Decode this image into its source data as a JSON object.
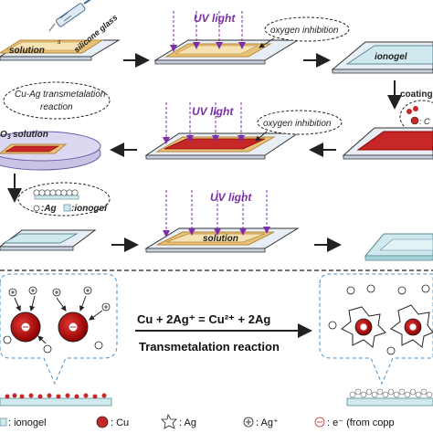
{
  "labels": {
    "solution_superscript": "s",
    "silicone_glass": "silicone glass",
    "uv_light": "UV light",
    "oxygen_inhibition": "oxygen inhibition",
    "ionogel": "ionogel",
    "coating": "coating",
    "cu_partial": ": C",
    "cu_ag_transmetalation_line1": "Cu-Ag transmetalation",
    "cu_ag_transmetalation_line2": "reaction",
    "solution_partial": "O",
    "solution_partial_sub": "3",
    "solution_word": "solution",
    "legend_ag": ":Ag",
    "legend_ionogel": ":ionogel",
    "solution_lower": "solution",
    "equation": "Cu + 2Ag⁺ = Cu²⁺ + 2Ag",
    "transmetalation_reaction": "Transmetalation reaction",
    "legend_bottom": {
      "ionogel": ": ionogel",
      "cu": ": Cu",
      "ag": ": Ag",
      "ag_plus": ": Ag⁺",
      "electron": ": e⁻ (from copp"
    }
  },
  "colors": {
    "red": "#c62828",
    "dark_red": "#8e0000",
    "gold": "#e6c27a",
    "gold_border": "#b8893a",
    "glass": "#e8eef6",
    "purple": "#7b2fa8",
    "dish": "#c9c3e6",
    "ionogel_cyan": "#cfe9ee"
  }
}
